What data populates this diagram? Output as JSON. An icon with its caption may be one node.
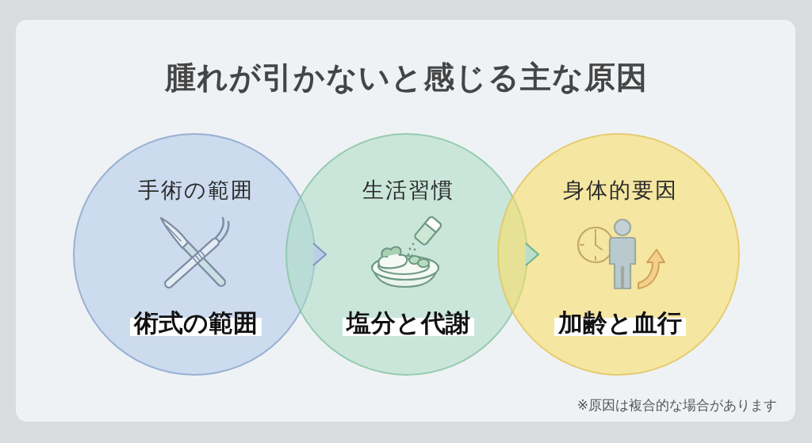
{
  "diagram": {
    "title": "腫れが引かないと感じる主な原因",
    "nodes": [
      {
        "text": [
          "手術の範囲",
          "術式の範囲"
        ]
      },
      {
        "text": [
          "生活習慣",
          "塩分と代謝"
        ]
      },
      {
        "text": [
          "身体的要因",
          "加齢と血行"
        ]
      }
    ],
    "edges": [
      {
        "from": 0,
        "to": 1,
        "arrow": "to"
      },
      {
        "from": 1,
        "to": 2,
        "arrow": "to"
      }
    ],
    "labels": [
      "※原因は複合的な場合があります"
    ]
  }
}
